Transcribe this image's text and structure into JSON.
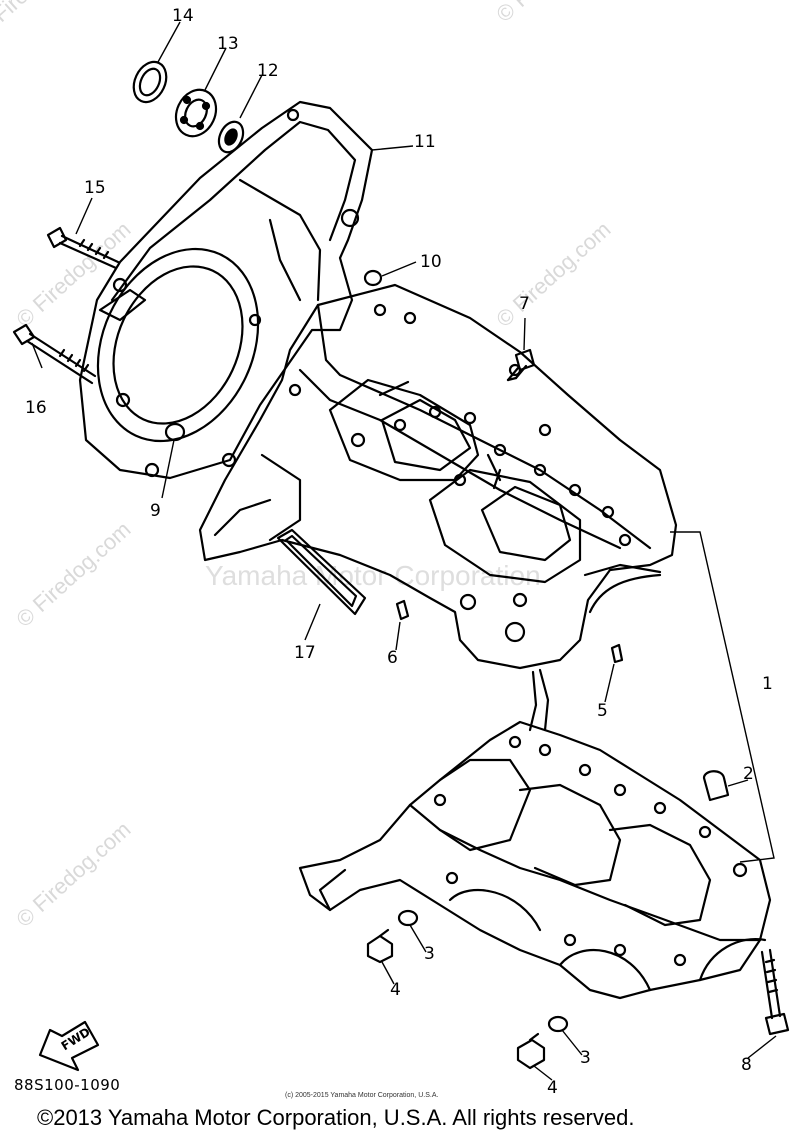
{
  "watermark": {
    "site": "© Firedog.com",
    "center": "Yamaha Motor Corporation"
  },
  "callouts": {
    "c1": "1",
    "c2": "2",
    "c3a": "3",
    "c3b": "3",
    "c4a": "4",
    "c4b": "4",
    "c5": "5",
    "c6": "6",
    "c7": "7",
    "c8": "8",
    "c9": "9",
    "c10": "10",
    "c11": "11",
    "c12": "12",
    "c13": "13",
    "c14": "14",
    "c15": "15",
    "c16": "16",
    "c17": "17"
  },
  "fwd_label": "FWD",
  "part_number": "88S100-1090",
  "small_copyright": "(c) 2005-2015 Yamaha Motor Corporation, U.S.A.",
  "footer": "©2013 Yamaha Motor Corporation, U.S.A. All rights reserved."
}
